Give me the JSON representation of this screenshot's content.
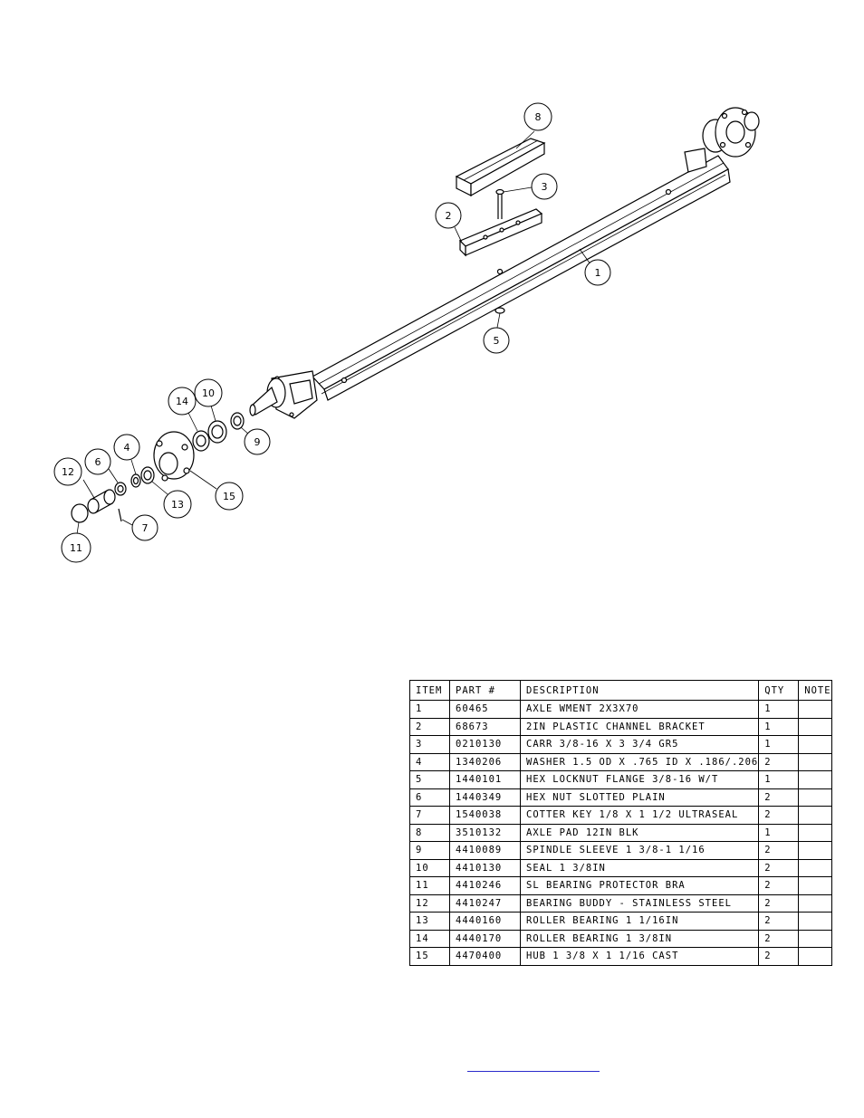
{
  "callouts": [
    {
      "label": "8"
    },
    {
      "label": "3"
    },
    {
      "label": "2"
    },
    {
      "label": "1"
    },
    {
      "label": "5"
    },
    {
      "label": "10"
    },
    {
      "label": "14"
    },
    {
      "label": "9"
    },
    {
      "label": "4"
    },
    {
      "label": "6"
    },
    {
      "label": "12"
    },
    {
      "label": "13"
    },
    {
      "label": "15"
    },
    {
      "label": "7"
    },
    {
      "label": "11"
    }
  ],
  "table": {
    "headers": [
      "ITEM",
      "PART #",
      "DESCRIPTION",
      "QTY",
      "NOTE"
    ],
    "rows": [
      [
        "1",
        "60465",
        "AXLE WMENT   2X3X70",
        "1",
        ""
      ],
      [
        "2",
        "68673",
        "2IN PLASTIC CHANNEL BRACKET",
        "1",
        ""
      ],
      [
        "3",
        "0210130",
        "CARR 3/8-16 X 3 3/4 GR5",
        "1",
        ""
      ],
      [
        "4",
        "1340206",
        "WASHER 1.5 OD X .765 ID X .186/.206",
        "2",
        ""
      ],
      [
        "5",
        "1440101",
        "HEX LOCKNUT FLANGE 3/8-16 W/T",
        "1",
        ""
      ],
      [
        "6",
        "1440349",
        "HEX NUT SLOTTED PLAIN",
        "2",
        ""
      ],
      [
        "7",
        "1540038",
        "COTTER KEY 1/8 X 1 1/2 ULTRASEAL",
        "2",
        ""
      ],
      [
        "8",
        "3510132",
        "AXLE PAD 12IN  BLK",
        "1",
        ""
      ],
      [
        "9",
        "4410089",
        "SPINDLE SLEEVE  1 3/8-1 1/16",
        "2",
        ""
      ],
      [
        "10",
        "4410130",
        "SEAL  1 3/8IN",
        "2",
        ""
      ],
      [
        "11",
        "4410246",
        "SL BEARING PROTECTOR BRA",
        "2",
        ""
      ],
      [
        "12",
        "4410247",
        "BEARING BUDDY - STAINLESS STEEL",
        "2",
        ""
      ],
      [
        "13",
        "4440160",
        "ROLLER BEARING   1 1/16IN",
        "2",
        ""
      ],
      [
        "14",
        "4440170",
        "ROLLER BEARING   1 3/8IN",
        "2",
        ""
      ],
      [
        "15",
        "4470400",
        "HUB  1 3/8 X 1 1/16 CAST",
        "2",
        ""
      ]
    ]
  }
}
